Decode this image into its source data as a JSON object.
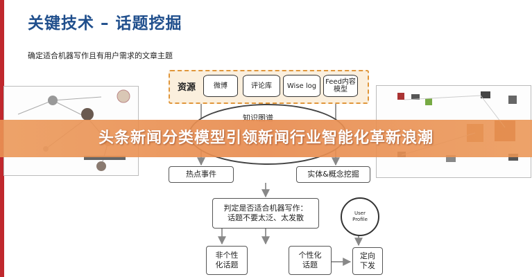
{
  "slide": {
    "title": "关键技术 – 话题挖掘",
    "subtitle": "确定适合机器写作且有用户需求的文章主题"
  },
  "resources": {
    "label": "资源",
    "items": [
      "微博",
      "评论库",
      "Wise log",
      "Feed内容模型"
    ]
  },
  "knowledge_graph": {
    "label": "知识图谱"
  },
  "nodes": {
    "hot_events": "热点事件",
    "entity_mining": "实体&概念挖掘",
    "decision_line1": "判定是否适合机器写作：",
    "decision_line2": "话题不要太泛、太发散",
    "user_profile_line1": "User",
    "user_profile_line2": "Profile",
    "non_personal_line1": "非个性",
    "non_personal_line2": "化话题",
    "personal_line1": "个性化",
    "personal_line2": "话题",
    "targeted_line1": "定向",
    "targeted_line2": "下发"
  },
  "banner": {
    "text": "头条新闻分类模型引领新闻行业智能化革新浪潮"
  },
  "colors": {
    "title": "#1f4e8c",
    "accent": "#c0282d",
    "resource_border": "#e0963a",
    "resource_fill": "#fbefdd",
    "banner": "#e98c50"
  }
}
